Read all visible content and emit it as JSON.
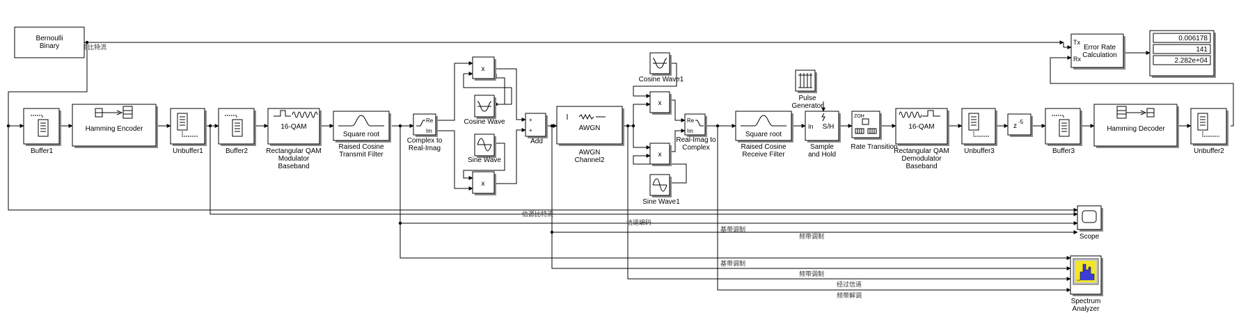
{
  "blocks": {
    "bernoulli": "Bernoulli\nBinary",
    "buffer1": "Buffer1",
    "hamming_encoder": "Hamming Encoder",
    "unbuffer1": "Unbuffer1",
    "buffer2": "Buffer2",
    "qam_mod_inner": "16-QAM",
    "qam_mod": "Rectangular QAM\nModulator\nBaseband",
    "rc_tx_inner": "Square root",
    "rc_tx": "Raised Cosine\nTransmit Filter",
    "c2ri": "Complex to\nReal-Imag",
    "cosine_wave": "Cosine Wave",
    "sine_wave": "Sine Wave",
    "add": "Add",
    "awgn_inner": "AWGN",
    "awgn": "AWGN\nChannel2",
    "cosine_wave1": "Cosine Wave1",
    "sine_wave1": "Sine Wave1",
    "ri2c": "Real-Imag to\nComplex",
    "rc_rx_inner": "Square root",
    "rc_rx": "Raised Cosine\nReceive Filter",
    "pulse": "Pulse\nGenerator",
    "sh_in": "In",
    "sh_inner": "S/H",
    "sh": "Sample\nand Hold",
    "zoh": "ZOH",
    "rate_transition": "Rate Transition",
    "qam_demod_inner": "16-QAM",
    "qam_demod": "Rectangular QAM\nDemodulator\nBaseband",
    "unbuffer3": "Unbuffer3",
    "delay": "z",
    "delay_exp": "-5",
    "buffer3": "Buffer3",
    "hamming_decoder": "Hamming Decoder",
    "unbuffer2": "Unbuffer2",
    "error_rate": "Error Rate\nCalculation",
    "tx": "Tx",
    "rx": "Rx",
    "scope": "Scope",
    "spectrum": "Spectrum\nAnalyzer",
    "mult": "x",
    "re": "Re",
    "im": "Im",
    "plus1": "+",
    "plus2": "+"
  },
  "display_values": [
    "0.006178",
    "141",
    "2.282e+04"
  ],
  "signal_labels": {
    "top_bits": "信源比特流",
    "scope1": "信源比特流",
    "scope2": "信道编码",
    "scope3": "基带调制",
    "scope4": "频带调制",
    "spec1": "基带调制",
    "spec2": "频带调制",
    "spec3": "经过信道",
    "spec4": "频带解调"
  },
  "colors": {
    "spectrum_screen": "#f2e52a",
    "spectrum_bars": "#3c3cd6",
    "block_shadow": "#8a8a8a"
  }
}
